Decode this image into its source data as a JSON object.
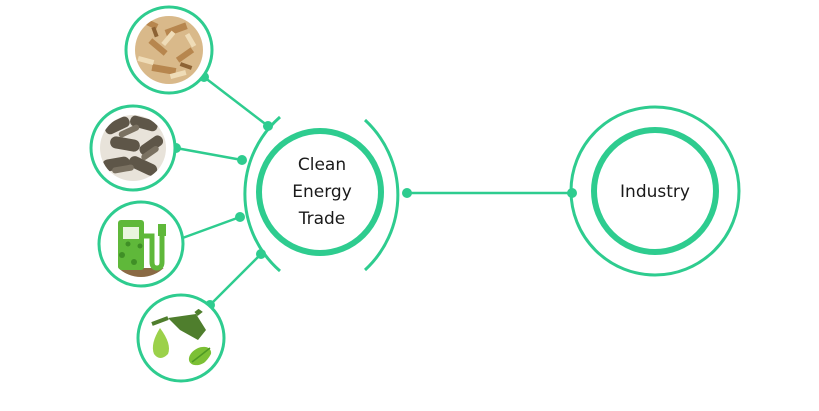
{
  "colors": {
    "accent": "#2ECC8F",
    "text": "#1a1a1a",
    "background": "#ffffff"
  },
  "hub": {
    "lines": [
      "Clean",
      "Energy",
      "Trade"
    ]
  },
  "target": {
    "label": "Industry"
  },
  "sources": [
    {
      "icon": "wood-chips-icon"
    },
    {
      "icon": "biomass-pellets-icon"
    },
    {
      "icon": "green-fuel-pump-icon"
    },
    {
      "icon": "biofuel-nozzle-icon"
    }
  ]
}
